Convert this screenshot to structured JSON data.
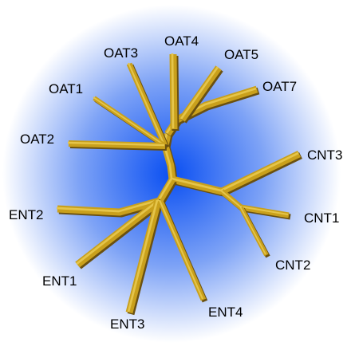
{
  "diagram": {
    "kind": "unrooted-phylogenetic-tree",
    "background_gradient": {
      "center_color": "#0a4ff2",
      "mid_color": "#7ea3f6",
      "edge_color": "#ffffff"
    },
    "branch_colors": {
      "face": "#c9a01c",
      "shadow": "#6a5010",
      "highlight": "#e5c54a"
    },
    "leaves": [
      {
        "id": "oat3",
        "label": "OAT3"
      },
      {
        "id": "oat4",
        "label": "OAT4"
      },
      {
        "id": "oat5",
        "label": "OAT5"
      },
      {
        "id": "oat1",
        "label": "OAT1"
      },
      {
        "id": "oat7",
        "label": "OAT7"
      },
      {
        "id": "oat2",
        "label": "OAT2"
      },
      {
        "id": "cnt3",
        "label": "CNT3"
      },
      {
        "id": "ent2",
        "label": "ENT2"
      },
      {
        "id": "cnt1",
        "label": "CNT1"
      },
      {
        "id": "cnt2",
        "label": "CNT2"
      },
      {
        "id": "ent1",
        "label": "ENT1"
      },
      {
        "id": "ent4",
        "label": "ENT4"
      },
      {
        "id": "ent3",
        "label": "ENT3"
      }
    ]
  }
}
